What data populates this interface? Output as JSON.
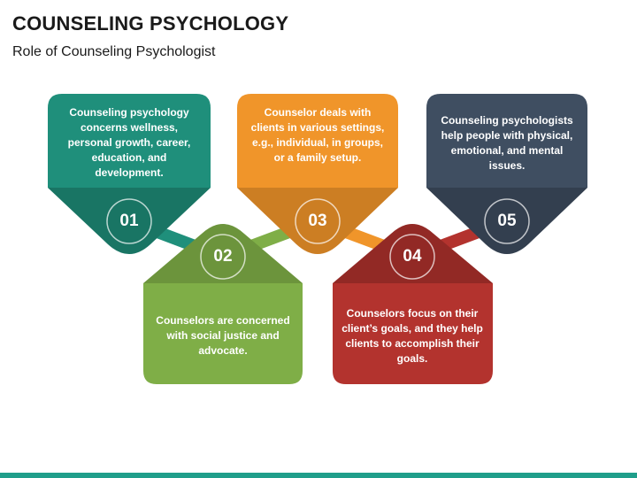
{
  "header": {
    "title": "COUNSELING PSYCHOLOGY",
    "subtitle": "Role of Counseling Psychologist"
  },
  "colors": {
    "item1": "#1f8f7b",
    "item2": "#7fae47",
    "item3": "#f0952a",
    "item4": "#b3332e",
    "item5": "#3f4e61"
  },
  "items": [
    {
      "number": "01",
      "text": "Counseling psychology concerns wellness, personal growth, career, education, and development."
    },
    {
      "number": "02",
      "text": "Counselors are concerned with social justice and advocate."
    },
    {
      "number": "03",
      "text": "Counselor deals with clients in various settings, e.g., individual, in groups, or a family setup."
    },
    {
      "number": "04",
      "text": "Counselors focus on their client’s goals, and they help clients to accomplish their goals."
    },
    {
      "number": "05",
      "text": "Counseling psychologists help people with physical, emotional, and mental issues."
    }
  ]
}
